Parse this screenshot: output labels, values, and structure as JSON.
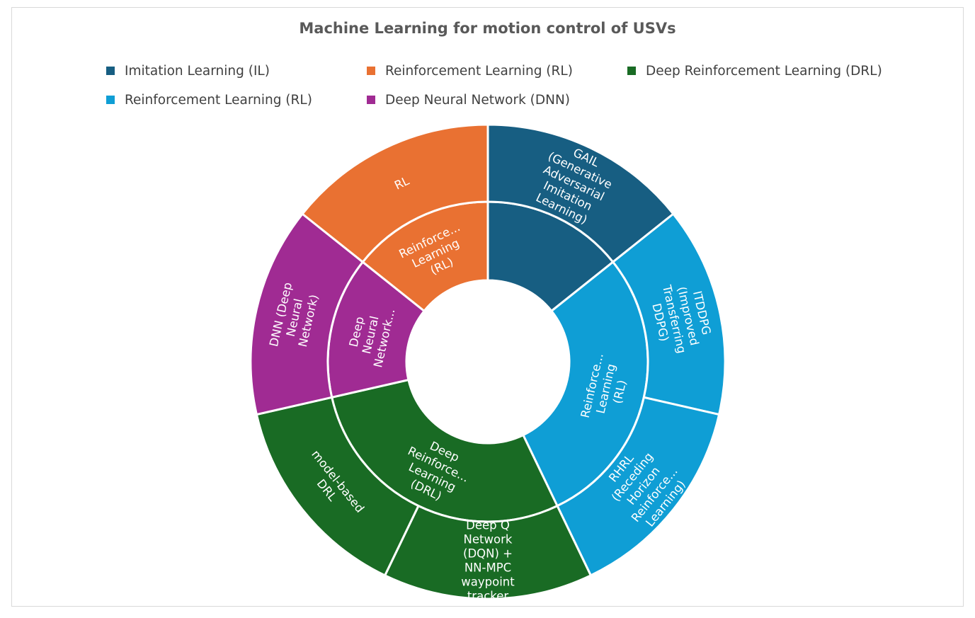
{
  "chart_data": {
    "type": "sunburst",
    "title": "Machine Learning for motion control of USVs",
    "legend": [
      {
        "label": "Imitation Learning (IL)",
        "color": "#175e82"
      },
      {
        "label": "Reinforcement Learning (RL)",
        "color": "#e97132"
      },
      {
        "label": "Deep Reinforcement Learning (DRL)",
        "color": "#196b24"
      },
      {
        "label": "Reinforcement Learning (RL)",
        "color": "#0f9ed5"
      },
      {
        "label": "Deep Neural Network (DNN)",
        "color": "#a02b93"
      }
    ],
    "legend_position": "top",
    "segments": [
      {
        "inner": "",
        "color": "#175e82",
        "value": 1,
        "children": [
          {
            "label": "GAIL (Generative Adversarial Imitation Learning)",
            "value": 1
          }
        ]
      },
      {
        "inner": "Reinforce... Learning (RL)",
        "color": "#0f9ed5",
        "value": 2,
        "children": [
          {
            "label": "ITDDPG (Improved Transferring DDPG)",
            "value": 1
          },
          {
            "label": "RHRL (Receding Horizon Reinforce... Learning)",
            "value": 1
          }
        ]
      },
      {
        "inner": "Deep Reinforce... Learning (DRL)",
        "color": "#196b24",
        "value": 2,
        "children": [
          {
            "label": "Deep Q Network (DQN) + NN-MPC waypoint tracker",
            "value": 1
          },
          {
            "label": "model-based DRL",
            "value": 1
          }
        ]
      },
      {
        "inner": "Deep Neural Network...",
        "color": "#a02b93",
        "value": 1,
        "children": [
          {
            "label": "DNN (Deep Neural Network)",
            "value": 1
          }
        ]
      },
      {
        "inner": "Reinforce... Learning (RL)",
        "color": "#e97132",
        "value": 1,
        "children": [
          {
            "label": "RL",
            "value": 1
          }
        ]
      }
    ]
  }
}
